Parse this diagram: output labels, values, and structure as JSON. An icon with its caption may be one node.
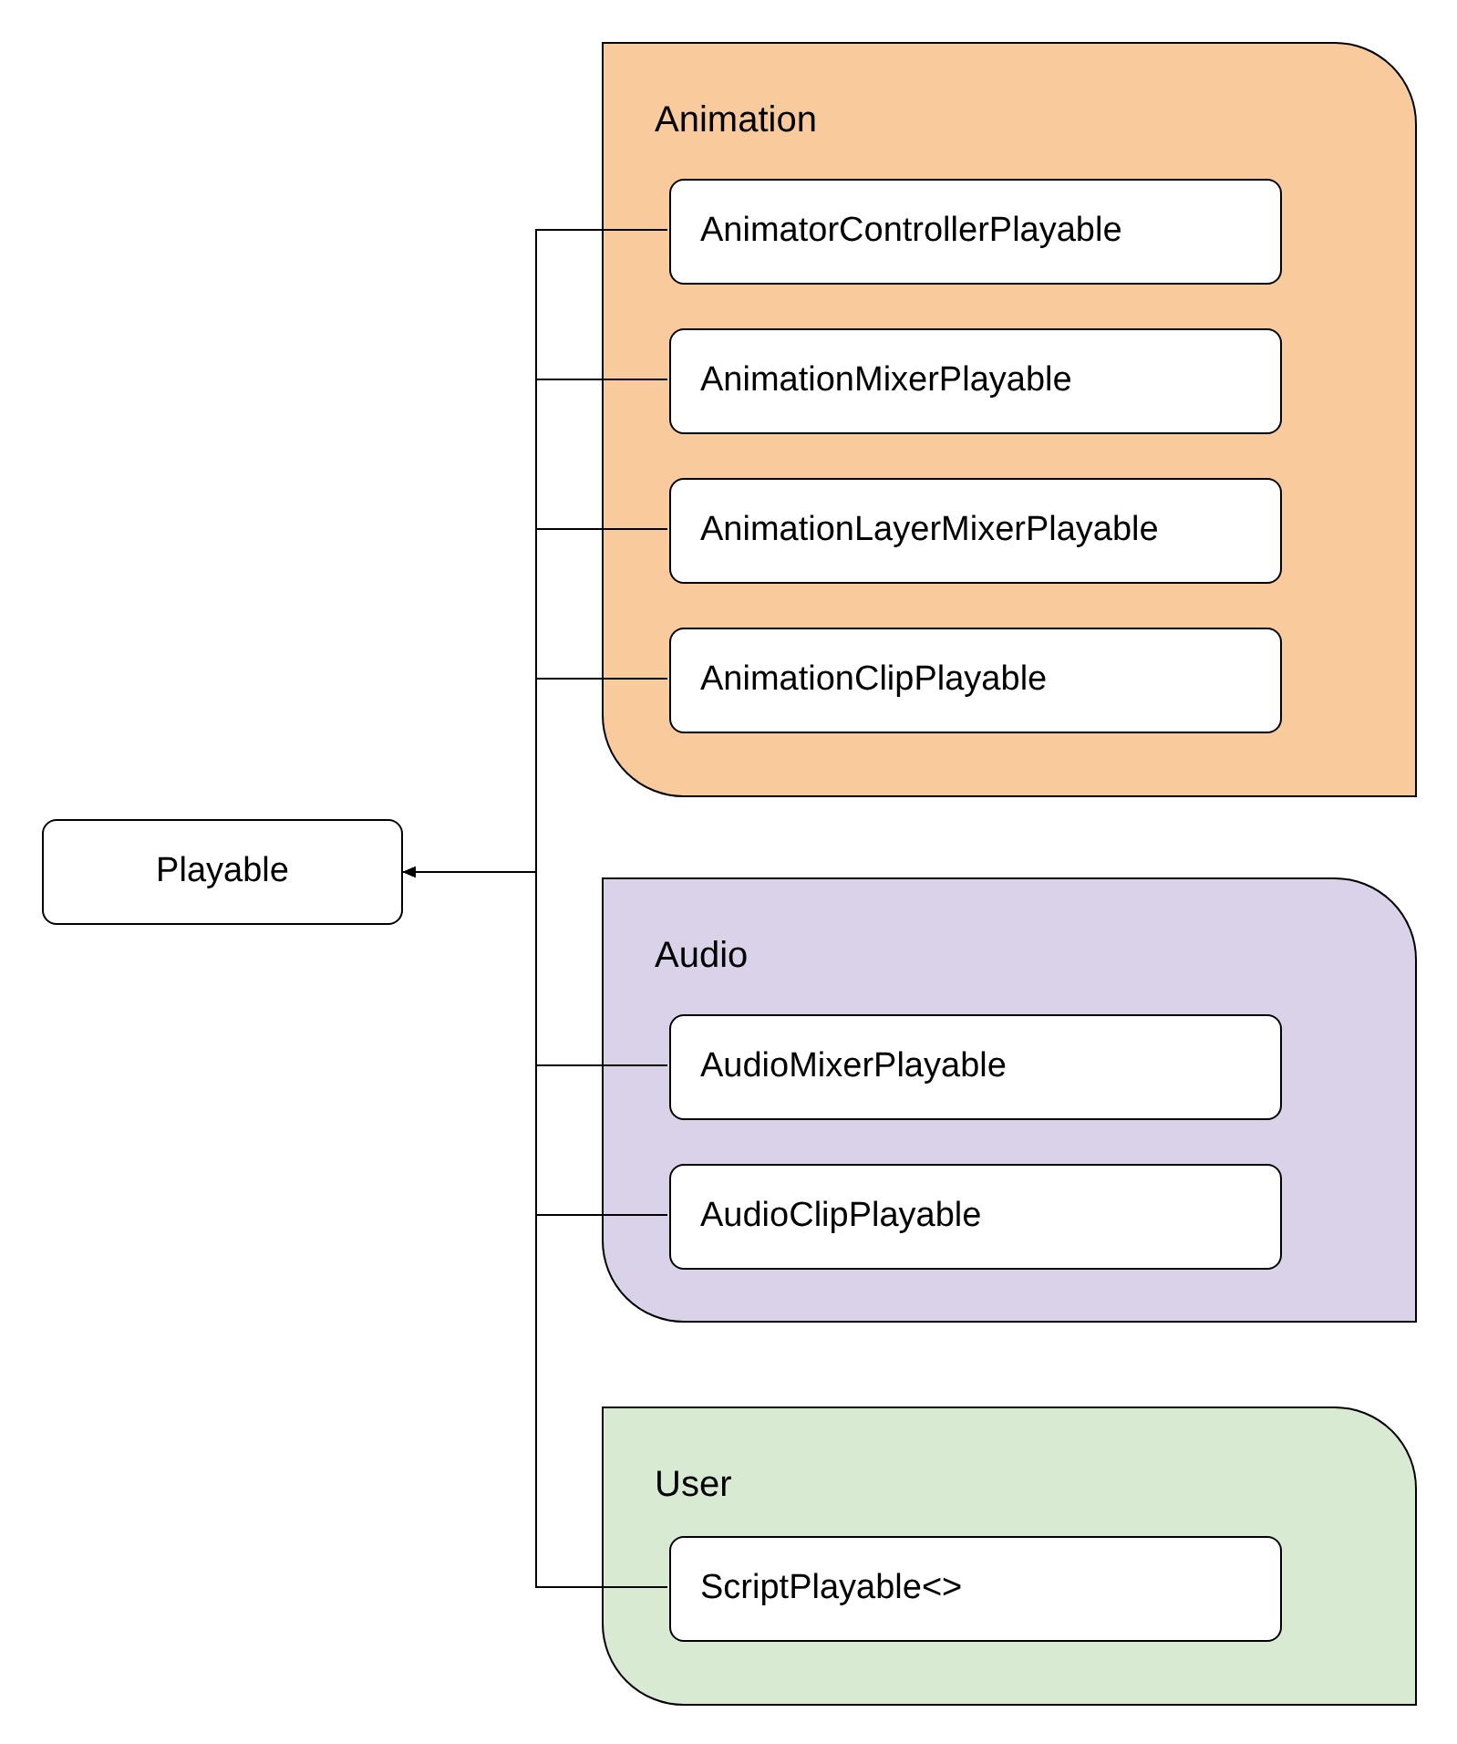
{
  "diagram": {
    "nodes": [
      {
        "text": [
          "Playable"
        ]
      },
      {
        "text": [
          "Animation"
        ]
      },
      {
        "text": [
          "AnimatorControllerPlayable"
        ],
        "in": 1
      },
      {
        "text": [
          "AnimationMixerPlayable"
        ],
        "in": 1
      },
      {
        "text": [
          "AnimationLayerMixerPlayable"
        ],
        "in": 1
      },
      {
        "text": [
          "AnimationClipPlayable"
        ],
        "in": 1
      },
      {
        "text": [
          "Audio"
        ]
      },
      {
        "text": [
          "AudioMixerPlayable"
        ],
        "in": 6
      },
      {
        "text": [
          "AudioClipPlayable"
        ],
        "in": 6
      },
      {
        "text": [
          "User"
        ]
      },
      {
        "text": [
          "ScriptPlayable<>"
        ],
        "in": 9
      }
    ],
    "edges": [
      {
        "from": 2,
        "to": 0,
        "arrow": "to"
      },
      {
        "from": 3,
        "to": 0,
        "arrow": "to"
      },
      {
        "from": 4,
        "to": 0,
        "arrow": "to"
      },
      {
        "from": 5,
        "to": 0,
        "arrow": "to"
      },
      {
        "from": 7,
        "to": 0,
        "arrow": "to"
      },
      {
        "from": 8,
        "to": 0,
        "arrow": "to"
      },
      {
        "from": 10,
        "to": 0,
        "arrow": "to"
      }
    ]
  }
}
